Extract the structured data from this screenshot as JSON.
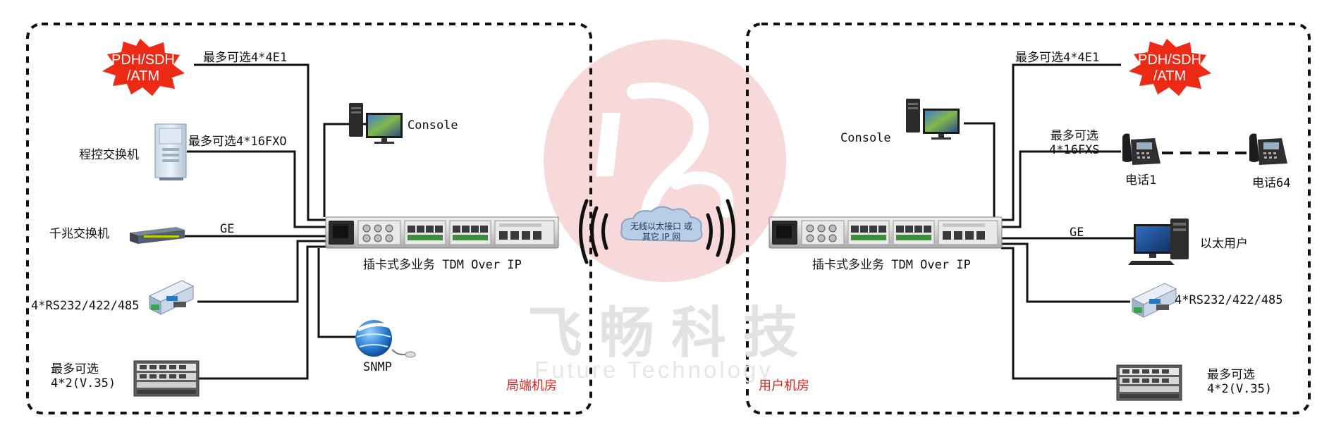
{
  "colors": {
    "accent_red": "#e8231d",
    "line_black": "#111111",
    "cloud_blue": "#b8cde6",
    "watermark_red": "#f7d9d9",
    "watermark_gray": "#e2e2e2"
  },
  "watermark": {
    "cn": "飞畅科技",
    "en": "Future Technology"
  },
  "left_site": {
    "room_label": "局端机房",
    "device_label": "插卡式多业务 TDM Over IP",
    "burst": {
      "line1": "PDH/SDH",
      "line2": "/ATM"
    },
    "e1_label": "最多可选4*4E1",
    "pbx_name": "程控交换机",
    "fxo_label": "最多可选4*16FXO",
    "gigabit_switch_name": "千兆交换机",
    "ge_label": "GE",
    "rs_label": "4*RS232/422/485",
    "v35_label_line1": "最多可选",
    "v35_label_line2": "4*2(V.35)",
    "console_label": "Console",
    "snmp_label": "SNMP"
  },
  "right_site": {
    "room_label": "用户机房",
    "device_label": "插卡式多业务 TDM Over IP",
    "burst": {
      "line1": "PDH/SDH",
      "line2": "/ATM"
    },
    "e1_label": "最多可选4*4E1",
    "console_label": "Console",
    "fxs_label_line1": "最多可选",
    "fxs_label_line2": "4*16FXS",
    "phone1_label": "电话1",
    "phone64_label": "电话64",
    "ge_label": "GE",
    "ethernet_user_label": "以太用户",
    "rs_label": "4*RS232/422/485",
    "v35_label_line1": "最多可选",
    "v35_label_line2": "4*2(V.35)"
  },
  "network": {
    "cloud_line1": "无线以太接口 或",
    "cloud_line2": "其它 IP 网"
  },
  "icons": [
    "starburst-icon",
    "pbx-cabinet-icon",
    "gigabit-switch-icon",
    "serial-converter-icon",
    "v35-chassis-icon",
    "computer-icon",
    "snmp-globe-icon",
    "ip-phone-icon",
    "cloud-icon",
    "wireless-waves-icon",
    "rack-device-icon"
  ]
}
